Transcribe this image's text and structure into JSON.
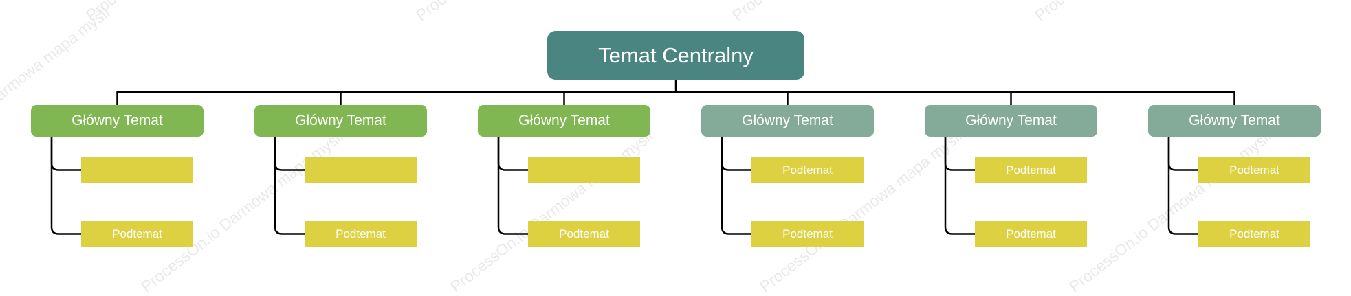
{
  "central_topic": "Temat Centralny",
  "colors": {
    "central": "#4b8582",
    "main_green": "#80b752",
    "main_sage": "#84ab99",
    "subtopic": "#ddd141",
    "connector": "#000000"
  },
  "branches": [
    {
      "label": "Główny Temat",
      "color": "main_green",
      "subtopics": [
        "",
        "Podtemat"
      ]
    },
    {
      "label": "Główny Temat",
      "color": "main_green",
      "subtopics": [
        "",
        "Podtemat"
      ]
    },
    {
      "label": "Główny Temat",
      "color": "main_green",
      "subtopics": [
        "",
        "Podtemat"
      ]
    },
    {
      "label": "Główny Temat",
      "color": "main_sage",
      "subtopics": [
        "Podtemat",
        "Podtemat"
      ]
    },
    {
      "label": "Główny Temat",
      "color": "main_sage",
      "subtopics": [
        "Podtemat",
        "Podtemat"
      ]
    },
    {
      "label": "Główny Temat",
      "color": "main_sage",
      "subtopics": [
        "Podtemat",
        "Podtemat"
      ]
    }
  ],
  "watermark_text": "ProcessOn.io Darmowa mapa myśli"
}
